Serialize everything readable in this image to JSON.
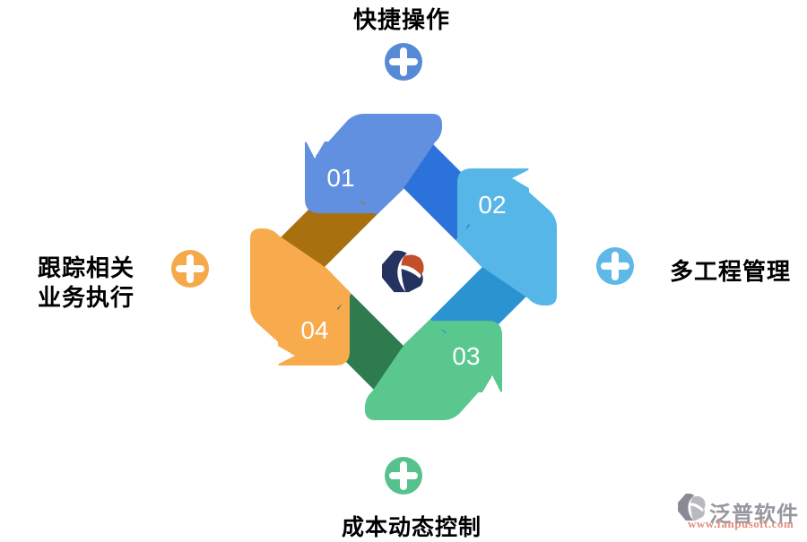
{
  "diagram": {
    "labels": {
      "top": "快捷操作",
      "right": "多工程管理",
      "left_line1": "跟踪相关",
      "left_line2": "业务执行",
      "bottom": "成本动态控制"
    },
    "steps": [
      {
        "number": "01",
        "arm_color": "#6190E0",
        "tail_color": "#2B72DA"
      },
      {
        "number": "02",
        "arm_color": "#57B6E8",
        "tail_color": "#2B93D0"
      },
      {
        "number": "03",
        "arm_color": "#5AC78F",
        "tail_color": "#2D7B4F"
      },
      {
        "number": "04",
        "arm_color": "#F7AB4D",
        "tail_color": "#A8700F"
      }
    ],
    "plus_icons": {
      "top_color": "#578AD6",
      "right_color": "#5FB9E7",
      "bottom_color": "#57C18E",
      "left_color": "#F5A94A"
    },
    "logo": {
      "navy": "#23325F",
      "red": "#C24E2B"
    }
  },
  "watermark": {
    "brand": "泛普软件",
    "url": "www.fanpusoft.com",
    "brand_color": "#97979F",
    "url_color": "#E08F7D",
    "glyph_dark": "#8A8A94",
    "glyph_light": "#B9B9C1"
  }
}
